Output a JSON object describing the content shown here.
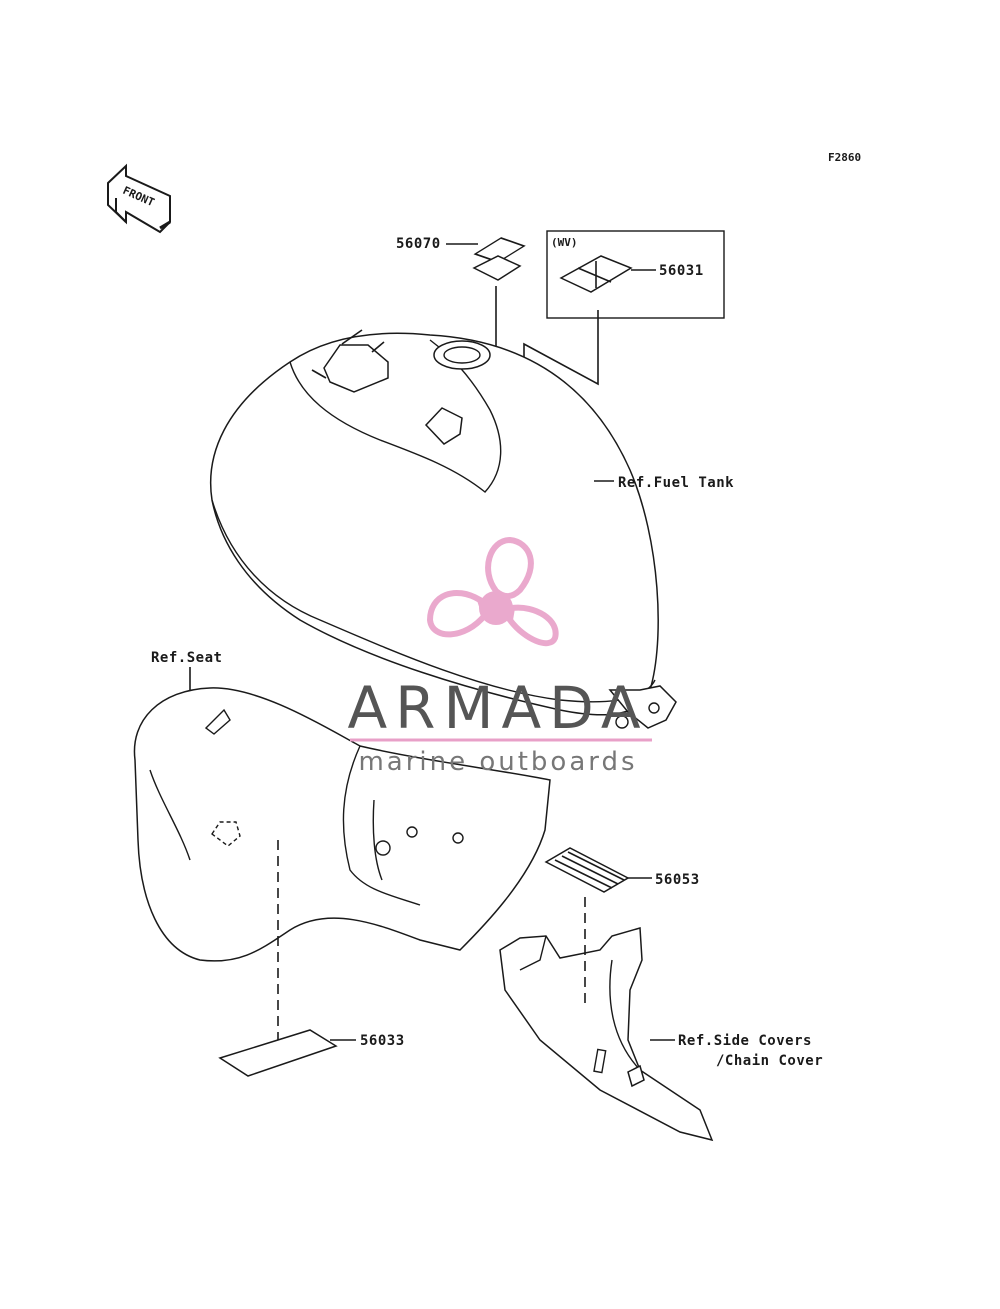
{
  "figure_code": "F2860",
  "front_arrow_label": "FRONT",
  "callouts": {
    "p56070": "56070",
    "p56031": "56031",
    "p56053": "56053",
    "p56033": "56033",
    "wv_variant": "(WV)"
  },
  "references": {
    "fuel_tank": "Ref.Fuel Tank",
    "seat": "Ref.Seat",
    "side_covers_line1": "Ref.Side Covers",
    "side_covers_line2": "/Chain Cover"
  },
  "watermark": {
    "brand": "ARMADA",
    "tagline": "marine outboards",
    "brand_color": "#555555",
    "logo_color": "#e8a0c8"
  }
}
